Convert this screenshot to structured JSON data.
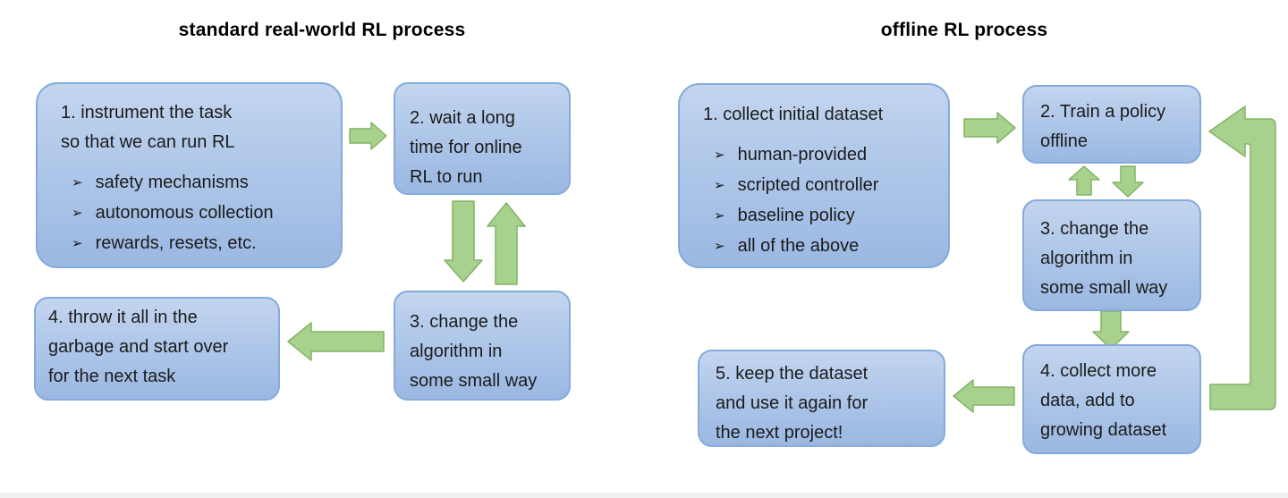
{
  "bullet_glyph": "➢",
  "colors": {
    "box_fill_top": "#c3d5ef",
    "box_fill_bottom": "#9bb8e2",
    "box_border": "#84abdb",
    "arrow_fill": "#a9d18e",
    "arrow_stroke": "#82b366",
    "text": "#1b1b1b"
  },
  "left": {
    "title": "standard real-world RL process",
    "boxes": {
      "b1": {
        "text": "1. instrument the task\nso that we can run RL",
        "bullets": [
          "safety mechanisms",
          "autonomous collection",
          "rewards, resets, etc."
        ]
      },
      "b2": {
        "text": "2. wait a long\ntime for online\nRL to run"
      },
      "b3": {
        "text": "3. change the\nalgorithm in\nsome small way"
      },
      "b4": {
        "text": "4. throw it all in the\ngarbage and start over\nfor the next task"
      }
    }
  },
  "right": {
    "title": "offline RL process",
    "boxes": {
      "b1": {
        "text": "1. collect initial dataset",
        "bullets": [
          "human-provided",
          "scripted controller",
          "baseline policy",
          "all of the above"
        ]
      },
      "b2": {
        "text": "2. Train a policy\noffline"
      },
      "b3": {
        "text": "3. change the\nalgorithm in\nsome small way"
      },
      "b4": {
        "text": "4. collect more\ndata, add to\ngrowing dataset"
      },
      "b5": {
        "text": "5. keep the dataset\nand use it again for\nthe next project!"
      }
    }
  }
}
